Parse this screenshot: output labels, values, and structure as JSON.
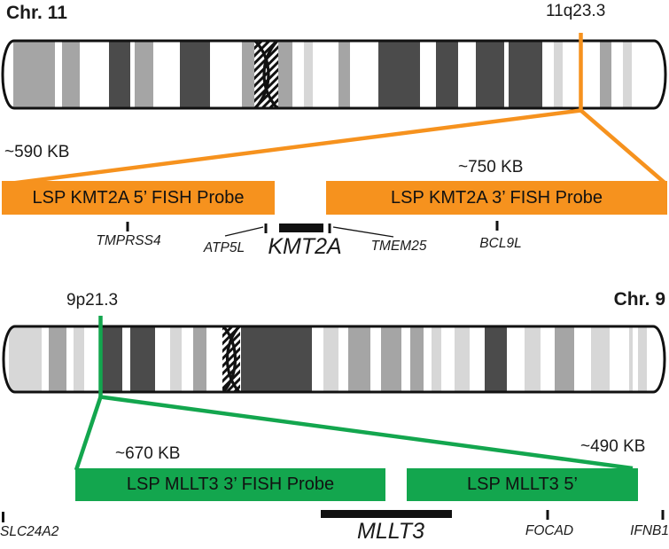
{
  "colors": {
    "probe_orange": "#F6921E",
    "probe_green": "#13A64E",
    "outline": "#111111",
    "band_shades": {
      "d": "#4B4B4B",
      "m": "#A5A5A5",
      "l": "#D7D7D7"
    }
  },
  "chr11": {
    "title": "Chr. 11",
    "locus": "11q23.3",
    "probe_5": {
      "size": "~590 KB",
      "label": "LSP KMT2A 5’ FISH Probe"
    },
    "probe_3": {
      "size": "~750 KB",
      "label": "LSP KMT2A 3’ FISH Probe"
    },
    "genes": {
      "left": "TMPRSS4",
      "mid_left": "ATP5L",
      "main": "KMT2A",
      "mid_right": "TMEM25",
      "right": "BCL9L"
    },
    "bands": [
      [
        15,
        62,
        "m"
      ],
      [
        70,
        90,
        "m"
      ],
      [
        123,
        147,
        "d"
      ],
      [
        152,
        173,
        "m"
      ],
      [
        203,
        237,
        "d"
      ],
      [
        273,
        288,
        "m"
      ],
      [
        312,
        330,
        "m"
      ],
      [
        343,
        353,
        "l"
      ],
      [
        382,
        395,
        "m"
      ],
      [
        427,
        474,
        "d"
      ],
      [
        492,
        517,
        "d"
      ],
      [
        537,
        569,
        "d"
      ],
      [
        574,
        612,
        "d"
      ],
      [
        625,
        635,
        "l"
      ],
      [
        677,
        690,
        "m"
      ],
      [
        703,
        713,
        "l"
      ]
    ]
  },
  "chr9": {
    "title": "Chr. 9",
    "locus": "9p21.3",
    "probe_3": {
      "size": "~670 KB",
      "label": "LSP MLLT3 3’ FISH Probe"
    },
    "probe_5": {
      "size": "~490 KB",
      "label": "LSP MLLT3 5’"
    },
    "genes": {
      "left": "SLC24A2",
      "main": "MLLT3",
      "mid_right": "FOCAD",
      "right": "IFNB1"
    },
    "bands": [
      [
        10,
        47,
        "l"
      ],
      [
        55,
        75,
        "m"
      ],
      [
        83,
        95,
        "l"
      ],
      [
        115,
        138,
        "d"
      ],
      [
        147,
        175,
        "d"
      ],
      [
        192,
        205,
        "l"
      ],
      [
        218,
        233,
        "m"
      ],
      [
        272,
        352,
        "d"
      ],
      [
        365,
        382,
        "l"
      ],
      [
        393,
        418,
        "m"
      ],
      [
        430,
        453,
        "m"
      ],
      [
        463,
        478,
        "m"
      ],
      [
        487,
        498,
        "l"
      ],
      [
        513,
        530,
        "l"
      ],
      [
        547,
        572,
        "d"
      ],
      [
        592,
        610,
        "l"
      ],
      [
        626,
        648,
        "m"
      ],
      [
        667,
        688,
        "l"
      ],
      [
        710,
        714,
        "l"
      ],
      [
        720,
        730,
        "l"
      ]
    ]
  }
}
